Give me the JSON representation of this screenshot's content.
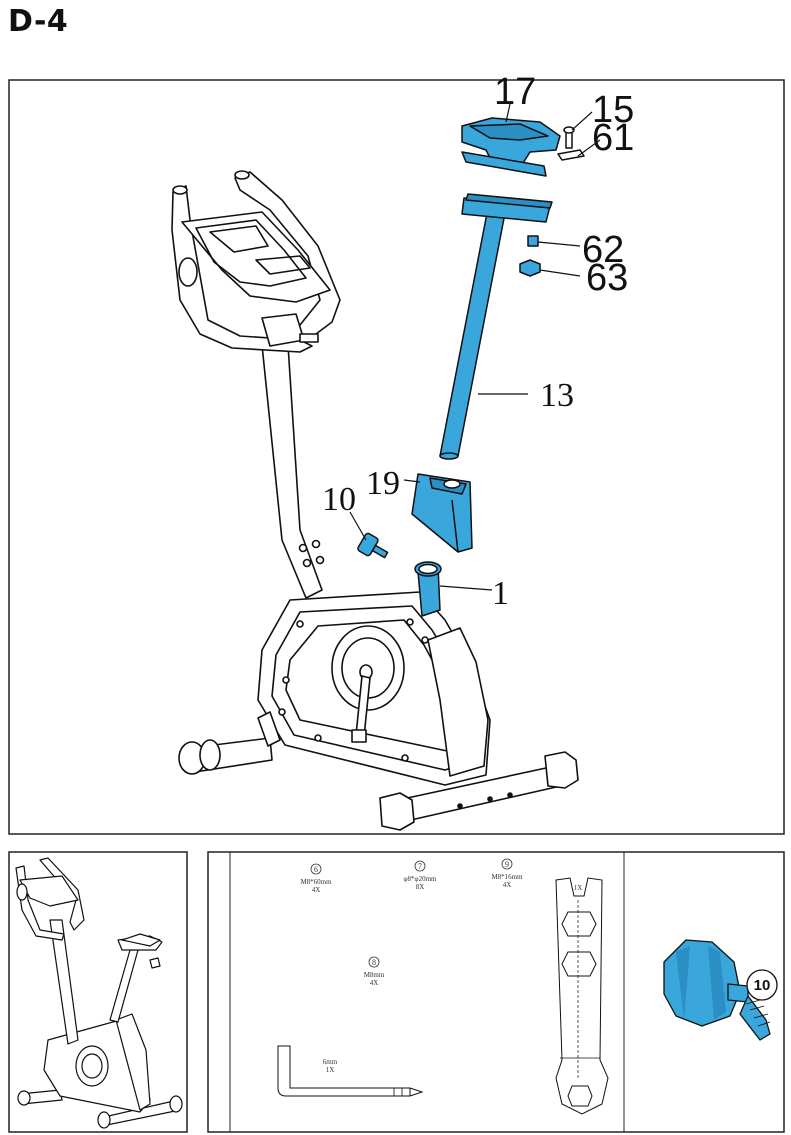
{
  "step_title": "D-4",
  "callouts": {
    "p17": "17",
    "p15": "15",
    "p61": "61",
    "p62": "62",
    "p63": "63",
    "p13": "13",
    "p19": "19",
    "p10": "10",
    "p1": "1"
  },
  "hardware": {
    "item6": {
      "num": "6",
      "spec": "M8*60mm",
      "qty": "4X"
    },
    "item7": {
      "num": "7",
      "spec": "φ8*φ20mm",
      "qty": "8X"
    },
    "item9": {
      "num": "9",
      "spec": "M8*16mm",
      "qty": "4X"
    },
    "item8": {
      "num": "8",
      "spec": "M8mm",
      "qty": "4X"
    },
    "allen_key": {
      "spec": "6mm",
      "qty": "1X"
    },
    "wrench": {
      "qty": "1X"
    }
  },
  "knob_detail": {
    "badge": "10"
  },
  "colors": {
    "part_blue": "#39a6dc",
    "line": "#111111",
    "border": "#222222"
  }
}
